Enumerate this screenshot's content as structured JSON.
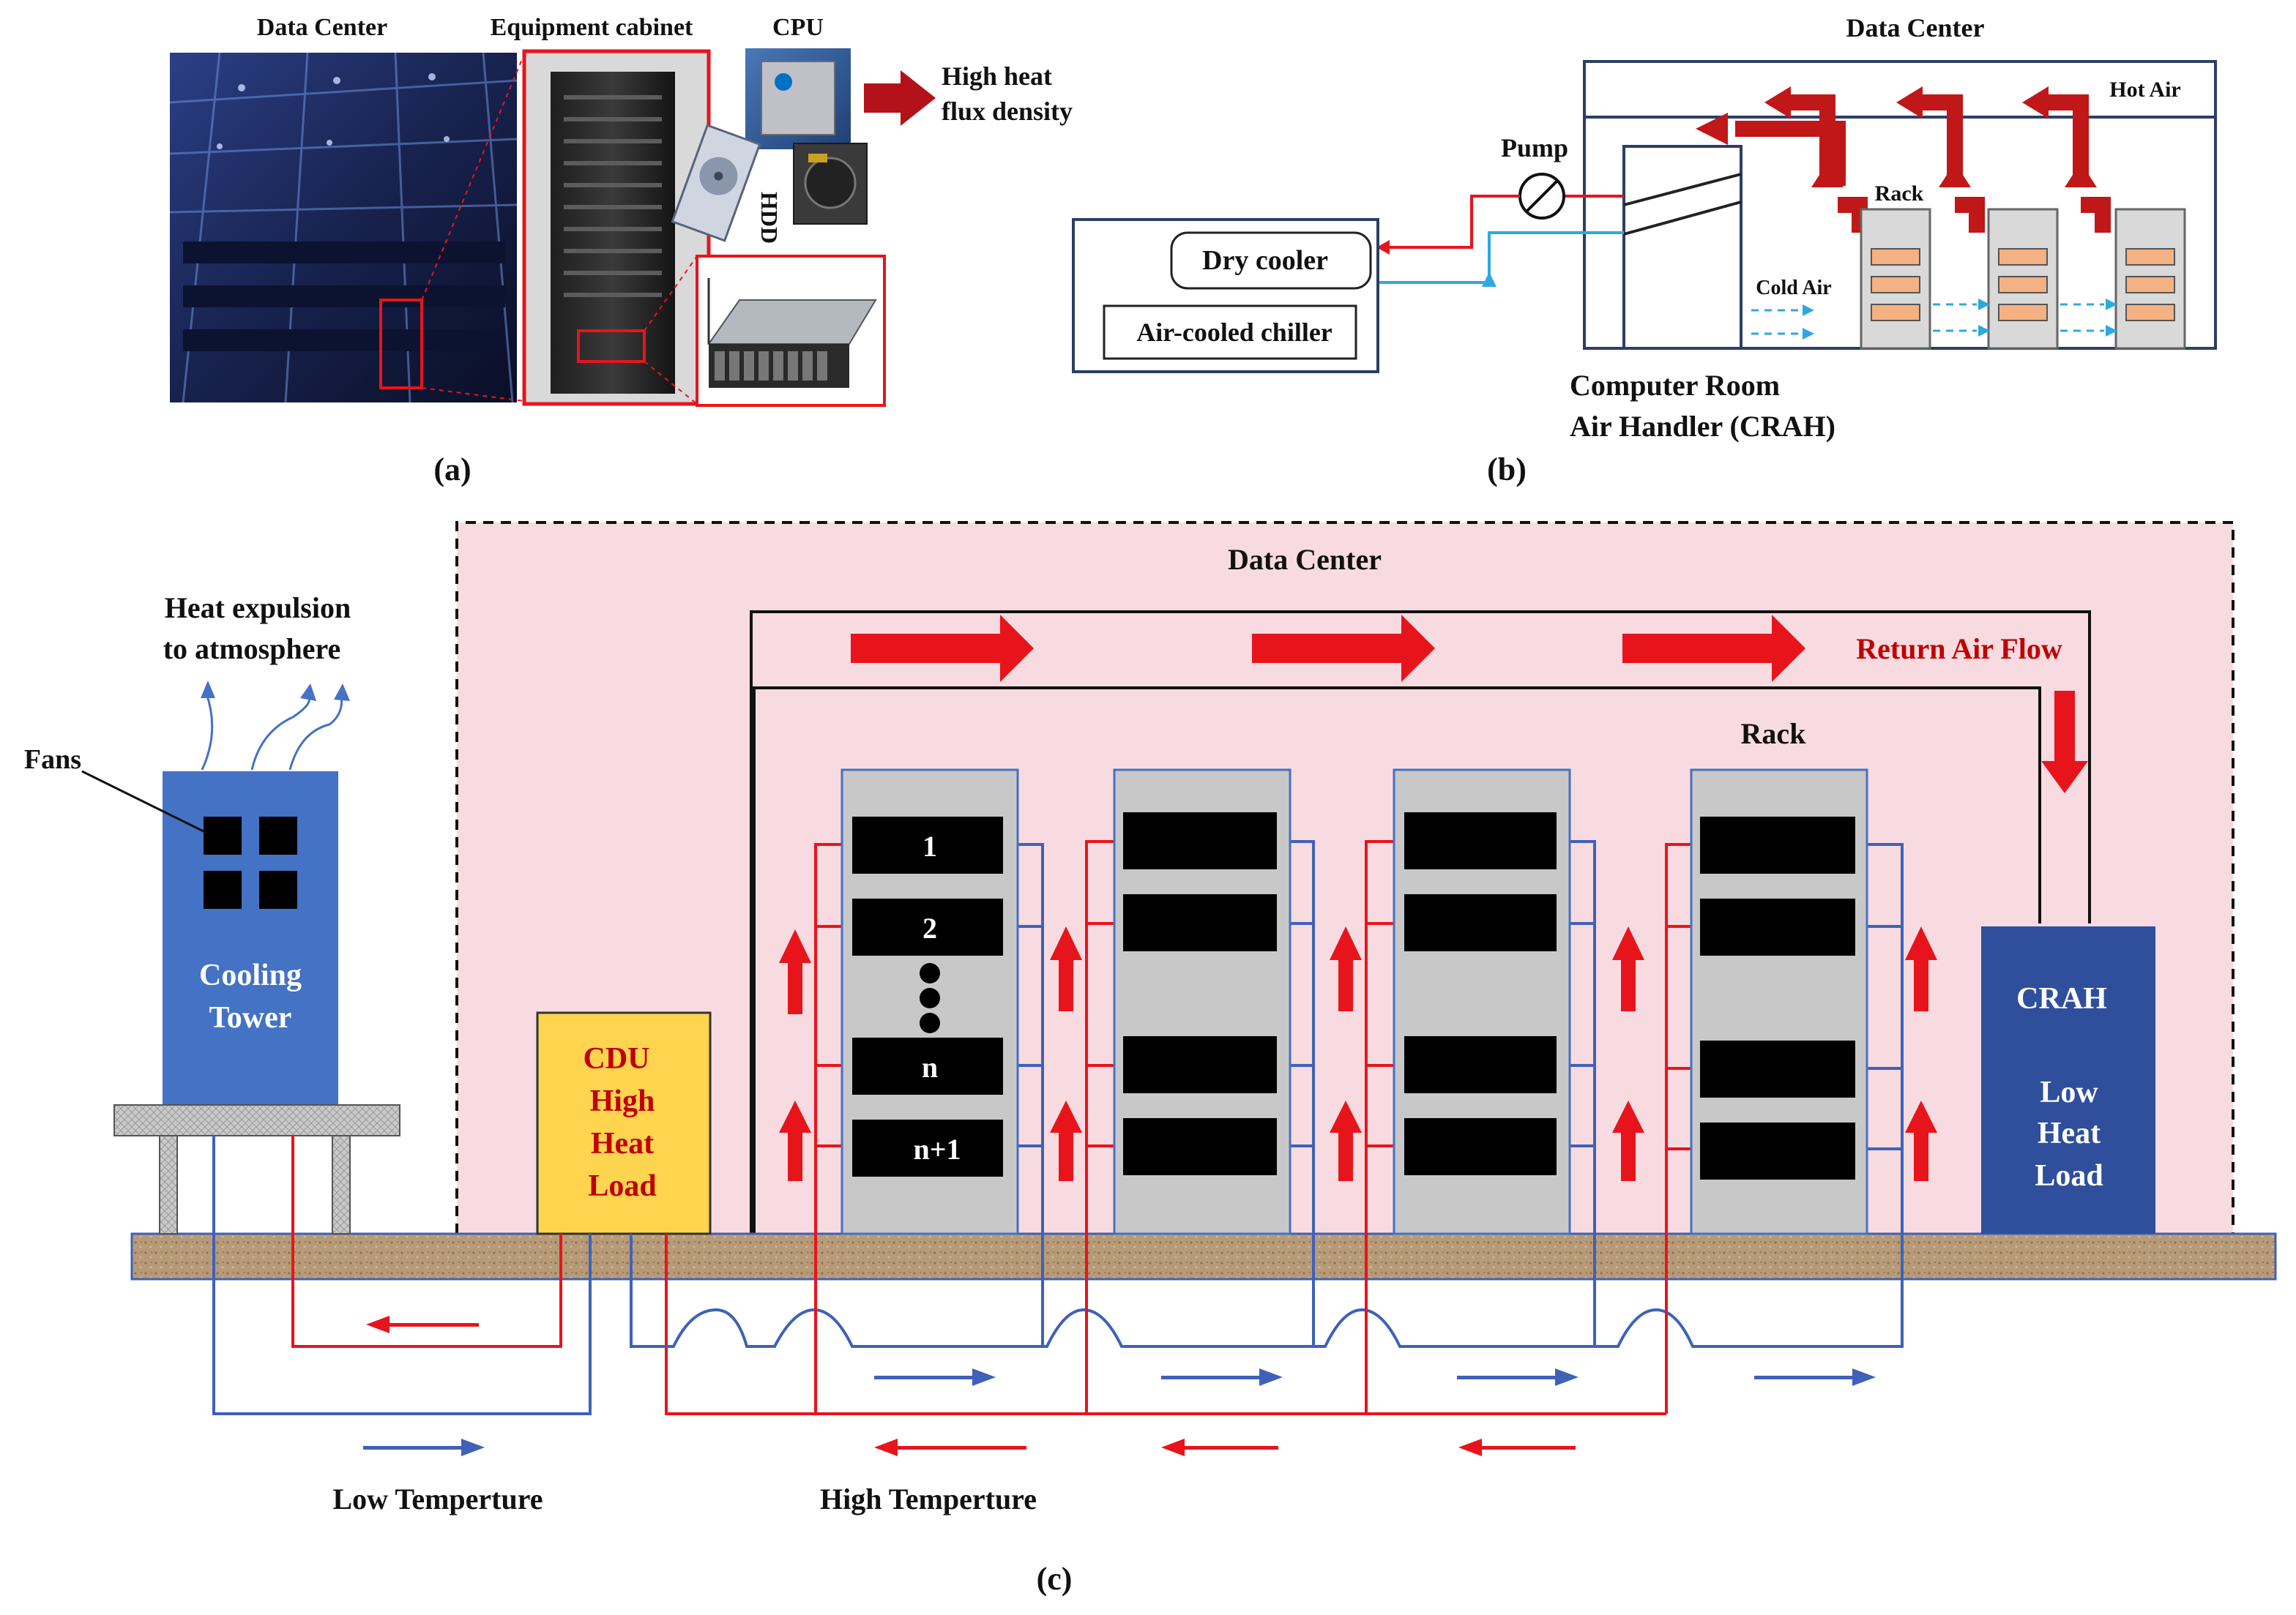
{
  "panel_a": {
    "data_center_label": "Data Center",
    "cabinet_label": "Equipment cabinet",
    "cpu_label": "CPU",
    "hdd_label": "HDD",
    "heat_flux_line1": "High heat",
    "heat_flux_line2": "flux density",
    "caption": "(a)"
  },
  "panel_b": {
    "title": "Data Center",
    "pump_label": "Pump",
    "hot_air_label": "Hot Air",
    "rack_label": "Rack",
    "cold_air_label": "Cold Air",
    "dry_cooler_label": "Dry cooler",
    "chiller_label": "Air-cooled chiller",
    "crah_line1": "Computer Room",
    "crah_line2": "Air Handler (CRAH)",
    "caption": "(b)"
  },
  "panel_c": {
    "data_center_label": "Data Center",
    "heat_expulsion_line1": "Heat expulsion",
    "heat_expulsion_line2": "to atmosphere",
    "fans_label": "Fans",
    "cooling_tower_line1": "Cooling",
    "cooling_tower_line2": "Tower",
    "cdu_line1": "CDU",
    "cdu_line2": "High",
    "cdu_line3": "Heat",
    "cdu_line4": "Load",
    "return_air_label": "Return Air Flow",
    "rack_label": "Rack",
    "server_labels": [
      "1",
      "2",
      "n",
      "n+1"
    ],
    "crah_label": "CRAH",
    "crah_load_line1": "Low",
    "crah_load_line2": "Heat",
    "crah_load_line3": "Load",
    "low_temp_label": "Low Temperture",
    "high_temp_label": "High Temperture",
    "caption": "(c)"
  },
  "colors": {
    "hot": "#e8141c",
    "cold": "#3f61b8",
    "cold_light": "#2fa8e0",
    "tower": "#4472c4",
    "crah": "#2f4f9c",
    "cdu": "#ffd54f",
    "room": "#f8dbe0",
    "rack": "#c8c8c8",
    "ground": "#b39672",
    "server_pad": "#f4b183",
    "hot_text": "#c00000"
  }
}
